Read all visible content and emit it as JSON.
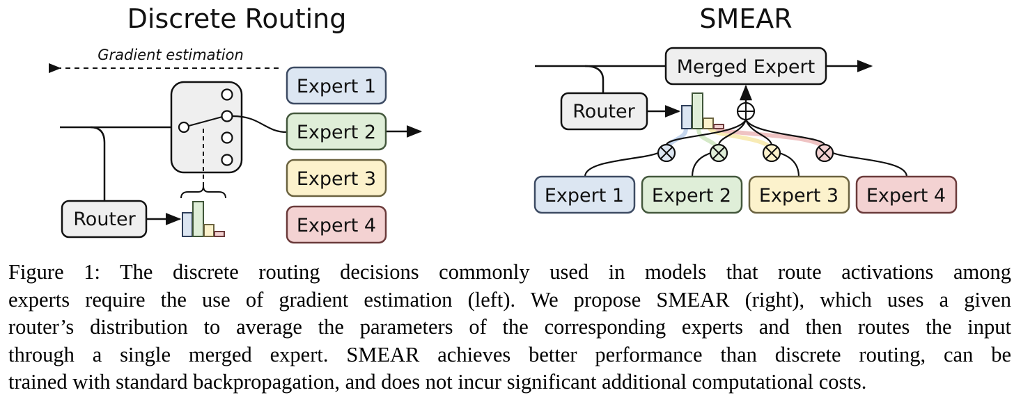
{
  "left_panel": {
    "title": "Discrete Routing",
    "gradient_label": "Gradient estimation",
    "router_label": "Router",
    "experts": [
      "Expert 1",
      "Expert 2",
      "Expert 3",
      "Expert 4"
    ]
  },
  "right_panel": {
    "title": "SMEAR",
    "merged_label": "Merged Expert",
    "router_label": "Router",
    "experts": [
      "Expert 1",
      "Expert 2",
      "Expert 3",
      "Expert 4"
    ]
  },
  "colors": {
    "expert1_fill": "#dce6f2",
    "expert1_stroke": "#3d4b63",
    "expert2_fill": "#dfeed8",
    "expert2_stroke": "#44583d",
    "expert3_fill": "#fcf2cc",
    "expert3_stroke": "#6b6340",
    "expert4_fill": "#f3d2d2",
    "expert4_stroke": "#6b3b3b",
    "neutral_fill": "#efefef"
  },
  "caption": {
    "lines": [
      "Figure 1: The discrete routing decisions commonly used in models that route activations among",
      "experts require the use of gradient estimation (left). We propose SMEAR (right), which uses a given",
      "router’s distribution to average the parameters of the corresponding experts and then routes the input",
      "through a single merged expert. SMEAR achieves better performance than discrete routing, can be",
      "trained with standard backpropagation, and does not incur significant additional computational costs."
    ]
  }
}
